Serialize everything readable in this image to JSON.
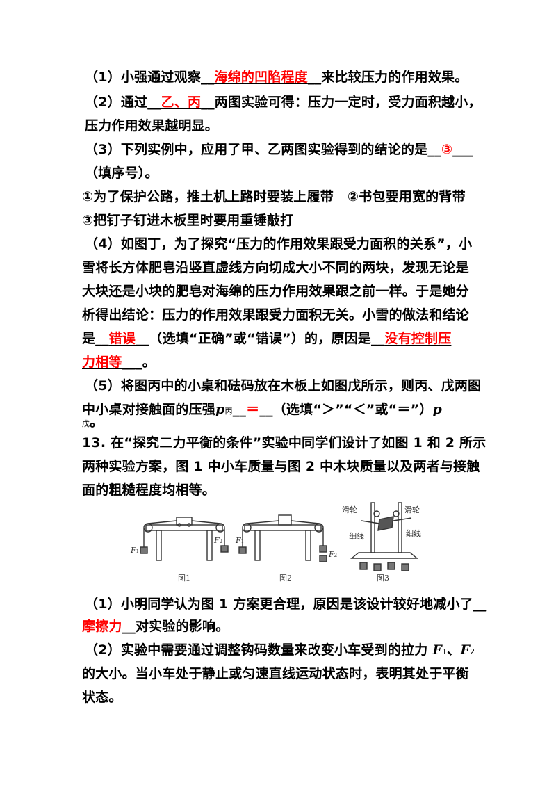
{
  "q12": {
    "p1": {
      "pre": "（1）小强通过观察",
      "gap1": "__",
      "ans": "海绵的凹陷程度",
      "gap2": "__",
      "post": "来比较压力的作用效果。"
    },
    "p2": {
      "pre": "（2）通过",
      "gap1": "__",
      "ans": "乙、丙",
      "gap2": "__",
      "post": "两图实验可得：压力一定时，受力面积越小，",
      "line2": "压力作用效果越明显。"
    },
    "p3": {
      "pre": "（3）下列实例中，应用了甲、乙两图实验得到的结论的是",
      "gap1": "__",
      "ans": "③",
      "gap2": "___",
      "line2": "（填序号）。"
    },
    "options": {
      "o1": "①为了保护公路，推土机上路时要装上履带",
      "o2": "②书包要用宽的背带",
      "o3": "③把钉子钉进木板里时要用重锤敲打"
    },
    "p4": {
      "l1": "（4）如图丁，为了探究“压力的作用效果跟受力面积的关系”，小",
      "l2": "雪将长方体肥皂沿竖直虚线方向切成大小不同的两块，发现无论是",
      "l3": "大块还是小块的肥皂对海绵的压力作用效果跟之前一样。于是她分",
      "l4": "析得出结论：压力的作用效果跟受力面积无关。小雪的做法和结论",
      "l5pre": "是",
      "gap1": "__",
      "ans1": "错误",
      "gap2": "__",
      "l5mid": "（选填“正确”或“错误”）的，原因是",
      "gap3": "__",
      "ans2a": "没有控制压",
      "ans2b": "力相等",
      "gap4": "___",
      "l6post": "。"
    },
    "p5": {
      "l1": "（5）将图丙中的小桌和砝码放在木板上如图戊所示，则丙、戊两图",
      "l2pre": "中小桌对接触面的压强",
      "p": "p",
      "sub1": "丙",
      "gap1": "__",
      "ans": "＝",
      "gap2": "__",
      "l2post": "（选填“＞”“＜”或“＝”）",
      "sub2": "戊",
      "end": "。"
    }
  },
  "q13": {
    "l1": "13. 在“探究二力平衡的条件”实验中同学们设计了如图 1 和 2 所示",
    "l2": "两种实验方案，图 1 中小车质量与图 2 中木块质量以及两者与接触",
    "l3": "面的粗糙程度均相等。",
    "figures": {
      "fig1": "图1",
      "fig2": "图2",
      "fig3": "图3",
      "F1": "F",
      "F2": "F",
      "s1": "1",
      "s2": "2",
      "pulley_l": "滑轮",
      "pulley_r": "滑轮",
      "string_l": "细线",
      "string_r": "细线"
    },
    "q1": {
      "pre": "（1）小明同学认为图 1 方案更合理，原因是该设计较好地减小了",
      "gap1": "__",
      "ans": "摩擦力",
      "gap2": "__",
      "post": "对实验的影响。"
    },
    "q2": {
      "l1pre": "（2）实验中需要通过调整钩码数量来改变小车受到的拉力 ",
      "F": "F",
      "s1": "1",
      "sep": "、",
      "s2": "2",
      "l2": "的大小。当小车处于静止或匀速直线运动状态时，表明其处于平衡",
      "l3": "状态。"
    }
  }
}
